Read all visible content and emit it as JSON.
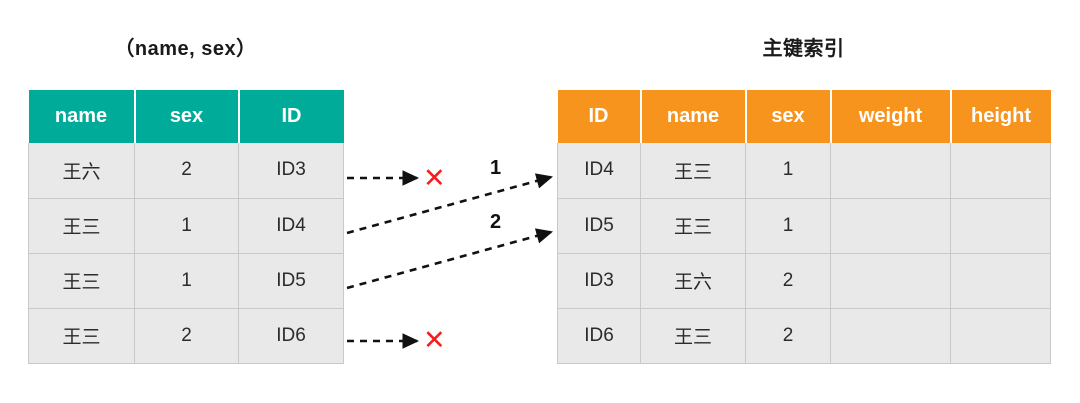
{
  "diagram": {
    "title_left": "（name, sex）",
    "title_right": "主键索引",
    "accent_teal": "#00ab99",
    "accent_orange": "#f7941e",
    "cell_bg": "#e9e9e9",
    "xmark_color": "#f21f1f",
    "xmark_glyph": "✕"
  },
  "secondary_index": {
    "name": "secondary-index-table",
    "columns": [
      "name",
      "sex",
      "ID"
    ],
    "rows": [
      [
        "王六",
        "2",
        "ID3"
      ],
      [
        "王三",
        "1",
        "ID4"
      ],
      [
        "王三",
        "1",
        "ID5"
      ],
      [
        "王三",
        "2",
        "ID6"
      ]
    ]
  },
  "primary_index": {
    "name": "primary-key-index-table",
    "columns": [
      "ID",
      "name",
      "sex",
      "weight",
      "height"
    ],
    "rows": [
      [
        "ID4",
        "王三",
        "1",
        "",
        ""
      ],
      [
        "ID5",
        "王三",
        "1",
        "",
        ""
      ],
      [
        "ID3",
        "王六",
        "2",
        "",
        ""
      ],
      [
        "ID6",
        "王三",
        "2",
        "",
        ""
      ]
    ]
  },
  "annotations": {
    "steps": [
      {
        "label": "1",
        "from_row": "ID4",
        "to_row": "ID4"
      },
      {
        "label": "2",
        "from_row": "ID5",
        "to_row": "ID5"
      }
    ],
    "rejected": [
      {
        "marker": "✕",
        "from_row": "ID3"
      },
      {
        "marker": "✕",
        "from_row": "ID6"
      }
    ]
  }
}
